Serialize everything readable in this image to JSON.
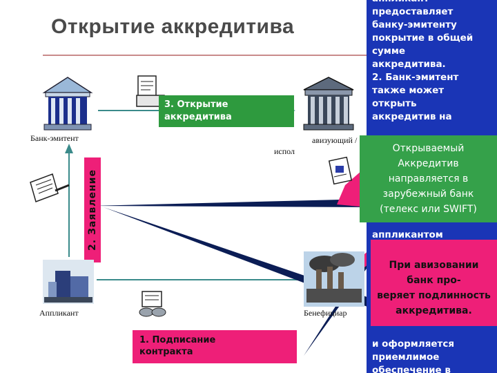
{
  "slide": {
    "title": "Открытие аккредитива",
    "issuing_bank_label": "Банк-эмитент",
    "advising_bank_label_line1": "авизующий /",
    "advising_bank_label_line2": "испол",
    "applicant_label": "Аппликант",
    "beneficiary_label": "Бенефициар",
    "step3_line1": "3. Открытие",
    "step3_line2": "аккредитива",
    "step2": "2. Заявление",
    "step1_line1": "1. Подписание",
    "step1_line2": "контракта"
  },
  "notes": {
    "blue_lines": [
      "аппликант",
      "предоставляет",
      "банку-эмитенту",
      "покрытие в общей",
      "сумме",
      "аккредитива.",
      "2. Банк-эмитент",
      "также может",
      "открыть",
      "аккредитив на"
    ],
    "blue_mid": "аппликантом",
    "blue_bottom_lines": [
      "и оформляется",
      "приемлимое",
      "обеспечение в"
    ],
    "green_lines": [
      "Открываемый",
      "Аккредитив",
      "направляется в",
      "зарубежный банк",
      "(телекс или SWIFT)"
    ],
    "pink_lines": [
      "При авизовании",
      "банк про-",
      "веряет подлинность",
      "аккредитива."
    ]
  },
  "colors": {
    "green": "#2e9a3e",
    "pink": "#ee1f78",
    "blue": "#1a35b6",
    "dark_navy": "#0b1d55",
    "title_gray": "#4a4a4a"
  }
}
